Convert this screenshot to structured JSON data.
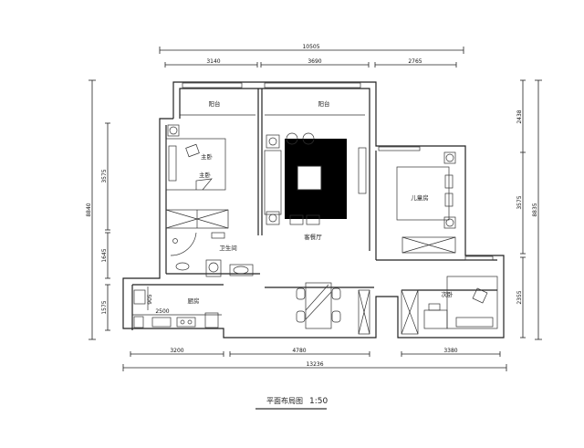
{
  "title": "平面布局图",
  "scale": "1:50",
  "rooms": {
    "balcony_left": "阳台",
    "balcony_right": "阳台",
    "master_bedroom": "主卧",
    "master_bedroom_2": "主卧",
    "bathroom": "卫生间",
    "kitchen": "厨房",
    "living_dining": "客餐厅",
    "kids_room": "儿童房",
    "second_bedroom": "次卧"
  },
  "dimensions": {
    "top_total": "10505",
    "top_segments": [
      "3140",
      "3690",
      "2765"
    ],
    "bottom_total": "13236",
    "bottom_segments": [
      "3200",
      "4780",
      "3380"
    ],
    "left_total": "8840",
    "left_segments": [
      "3575",
      "1645",
      "1575"
    ],
    "right_total": "8835",
    "right_segments": [
      "2438",
      "3575",
      "2355"
    ],
    "kitchen_counter": "2500",
    "kitchen_depth": "905"
  },
  "colors": {
    "line": "#222222",
    "fill": "#000000"
  }
}
